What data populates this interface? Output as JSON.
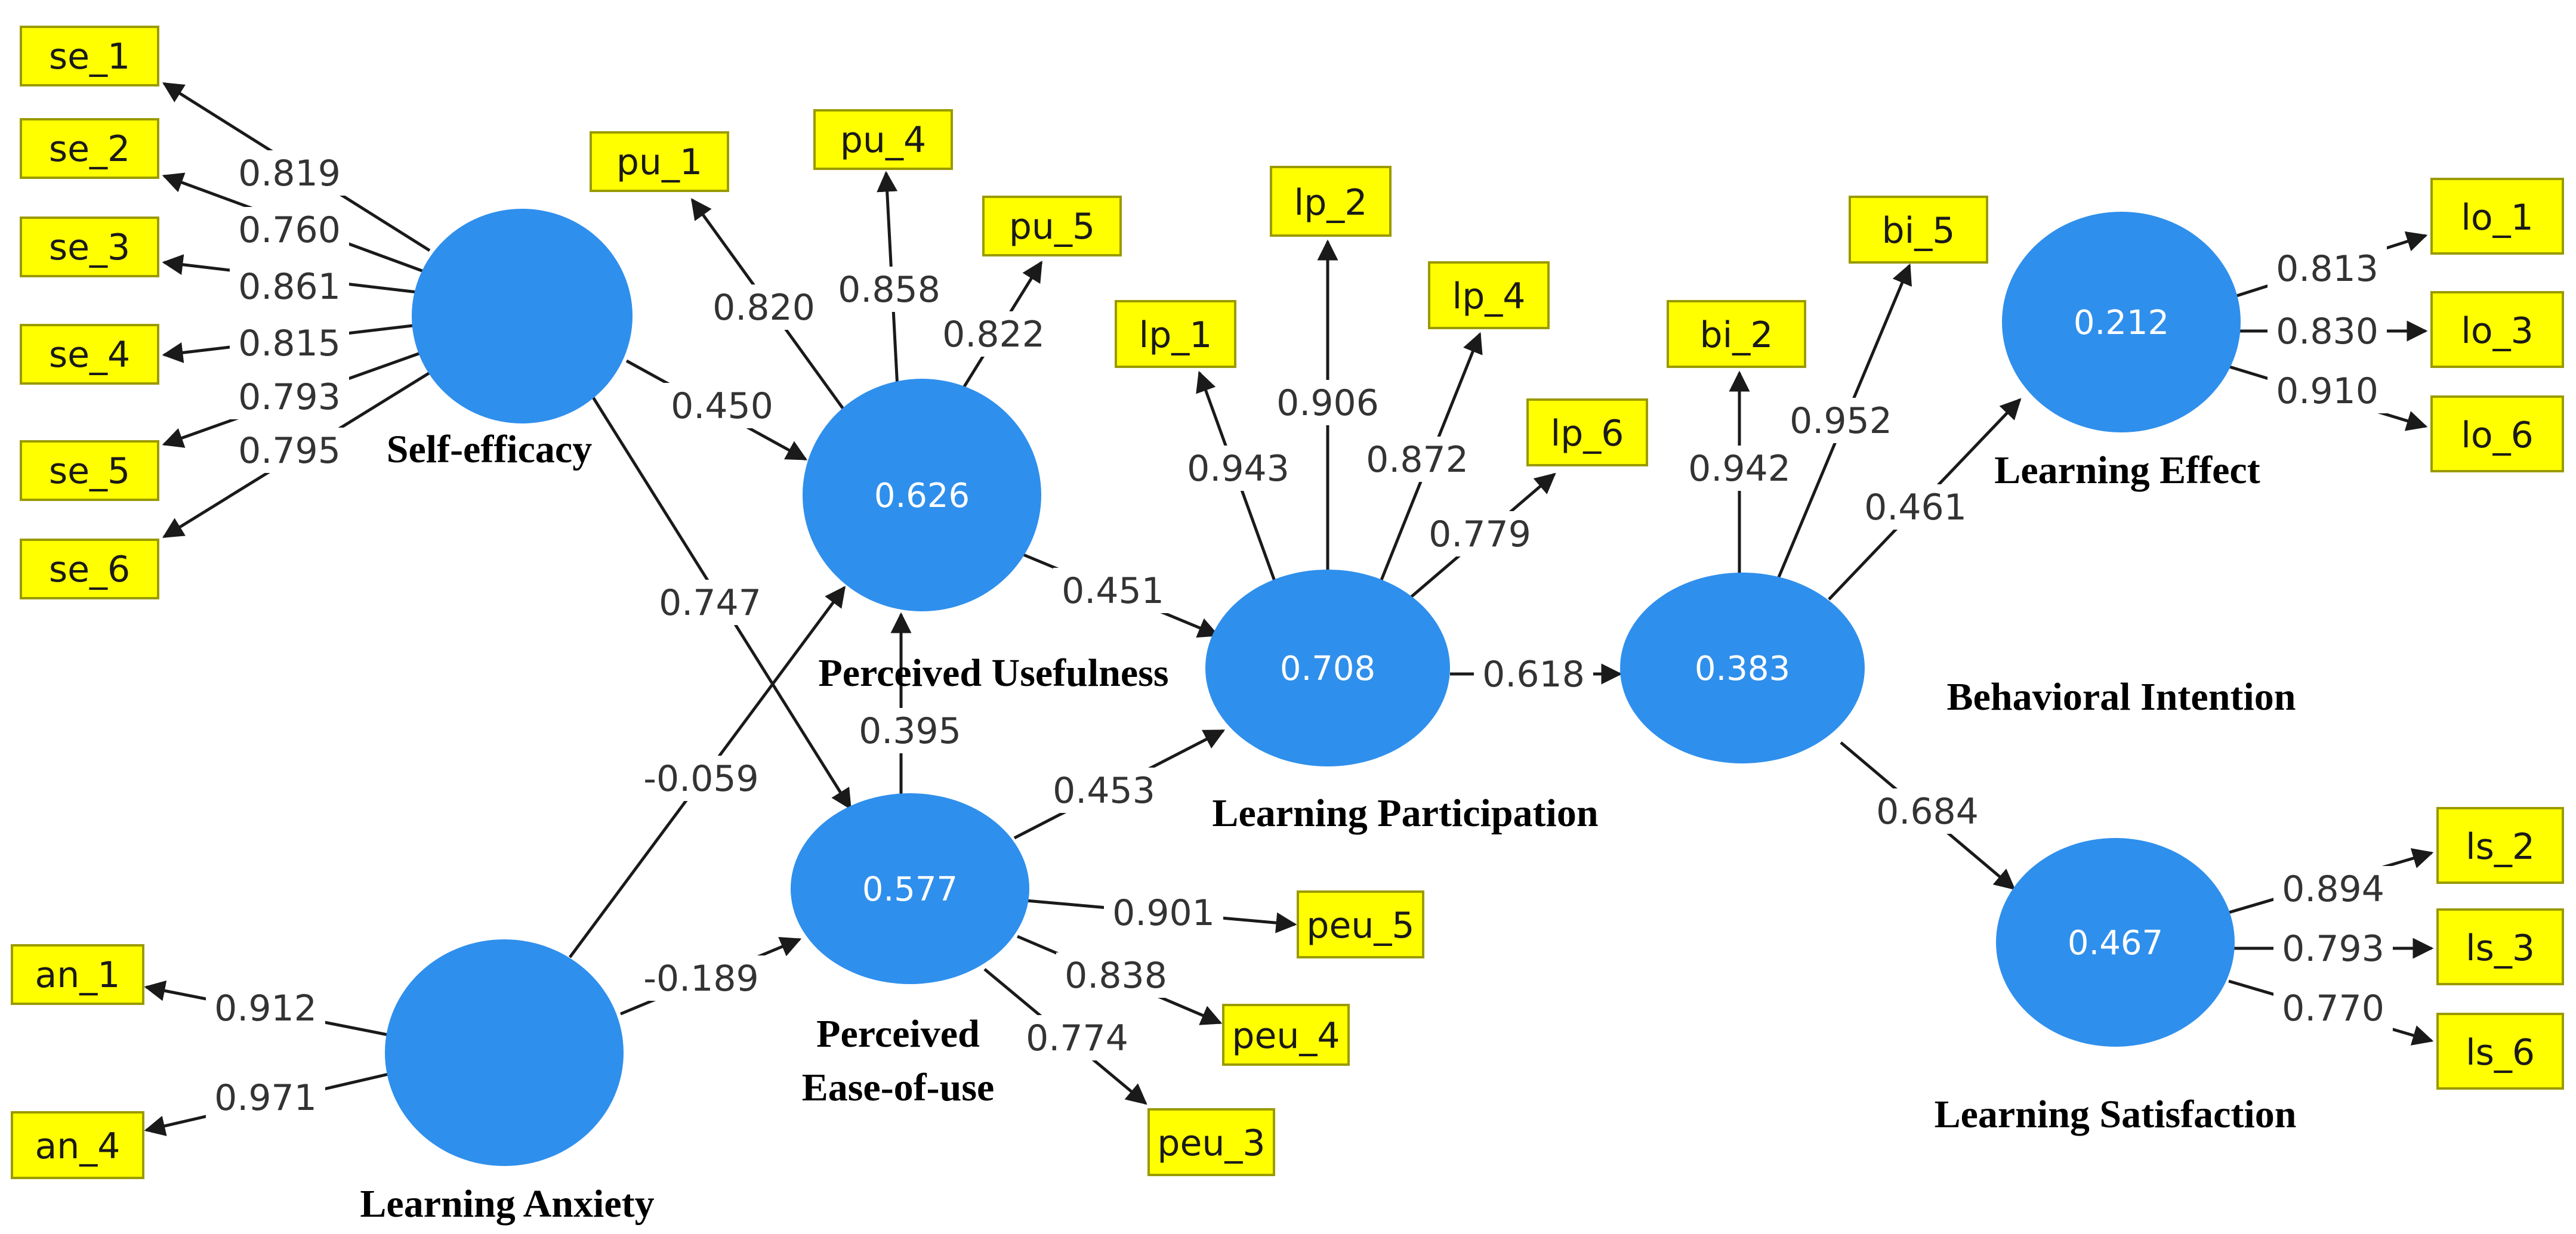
{
  "constructs": {
    "se": {
      "name": "Self-efficacy",
      "r2": ""
    },
    "pu": {
      "name": "Perceived Usefulness",
      "r2": "0.626"
    },
    "peu": {
      "name_line1": "Perceived",
      "name_line2": "Ease-of-use",
      "r2": "0.577"
    },
    "an": {
      "name": "Learning Anxiety",
      "r2": ""
    },
    "lp": {
      "name": "Learning Participation",
      "r2": "0.708"
    },
    "bi": {
      "name": "Behavioral Intention",
      "r2": "0.383"
    },
    "le": {
      "name": "Learning Effect",
      "r2": "0.212"
    },
    "ls": {
      "name": "Learning Satisfaction",
      "r2": "0.467"
    }
  },
  "indicators": {
    "se_1": "se_1",
    "se_2": "se_2",
    "se_3": "se_3",
    "se_4": "se_4",
    "se_5": "se_5",
    "se_6": "se_6",
    "pu_1": "pu_1",
    "pu_4": "pu_4",
    "pu_5": "pu_5",
    "peu_5": "peu_5",
    "peu_4": "peu_4",
    "peu_3": "peu_3",
    "an_1": "an_1",
    "an_4": "an_4",
    "lp_1": "lp_1",
    "lp_2": "lp_2",
    "lp_4": "lp_4",
    "lp_6": "lp_6",
    "bi_2": "bi_2",
    "bi_5": "bi_5",
    "lo_1": "lo_1",
    "lo_3": "lo_3",
    "lo_6": "lo_6",
    "ls_2": "ls_2",
    "ls_3": "ls_3",
    "ls_6": "ls_6"
  },
  "loadings": {
    "se_1": "0.819",
    "se_2": "0.760",
    "se_3": "0.861",
    "se_4": "0.815",
    "se_5": "0.793",
    "se_6": "0.795",
    "pu_1": "0.820",
    "pu_4": "0.858",
    "pu_5": "0.822",
    "peu_5": "0.901",
    "peu_4": "0.838",
    "peu_3": "0.774",
    "an_1": "0.912",
    "an_4": "0.971",
    "lp_1": "0.943",
    "lp_2": "0.906",
    "lp_4": "0.872",
    "lp_6": "0.779",
    "bi_2": "0.942",
    "bi_5": "0.952",
    "lo_1": "0.813",
    "lo_3": "0.830",
    "lo_6": "0.910",
    "ls_2": "0.894",
    "ls_3": "0.793",
    "ls_6": "0.770"
  },
  "paths": {
    "se_pu": "0.450",
    "se_peu": "0.747",
    "an_pu": "-0.059",
    "an_peu": "-0.189",
    "peu_pu": "0.395",
    "pu_lp": "0.451",
    "peu_lp": "0.453",
    "lp_bi": "0.618",
    "bi_le": "0.461",
    "bi_ls": "0.684"
  }
}
